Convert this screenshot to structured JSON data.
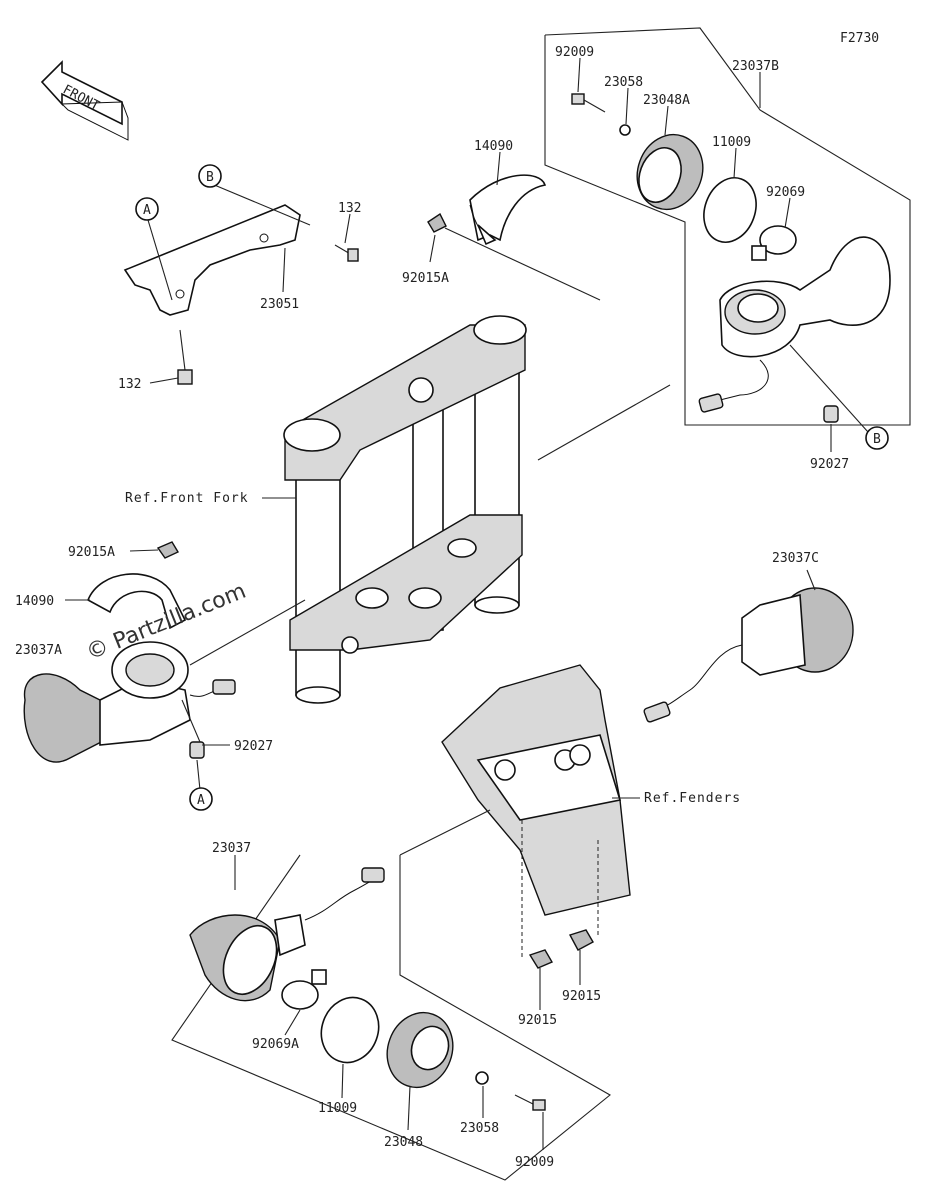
{
  "figure_code": "F2730",
  "front_arrow": "FRONT",
  "watermark": "© Partzilla.com",
  "refs": {
    "front_fork": "Ref.Front Fork",
    "fenders": "Ref.Fenders"
  },
  "callouts": {
    "a_top": "A",
    "a_bottom": "A",
    "b_top": "B",
    "b_right": "B"
  },
  "part_labels": {
    "p92009_top": "92009",
    "p23058_top": "23058",
    "p23037B": "23037B",
    "p23048A": "23048A",
    "p11009_top": "11009",
    "p92069": "92069",
    "p14090_top": "14090",
    "p92015A_top": "92015A",
    "p132_top": "132",
    "p23051": "23051",
    "p132_bottom": "132",
    "p92027_right": "92027",
    "p92015A_left": "92015A",
    "p14090_left": "14090",
    "p23037A": "23037A",
    "p92027_left": "92027",
    "p23037C": "23037C",
    "p23037": "23037",
    "p92069A": "92069A",
    "p11009_bottom": "11009",
    "p23048": "23048",
    "p23058_bottom": "23058",
    "p92009_bottom": "92009",
    "p92015_a": "92015",
    "p92015_b": "92015"
  }
}
